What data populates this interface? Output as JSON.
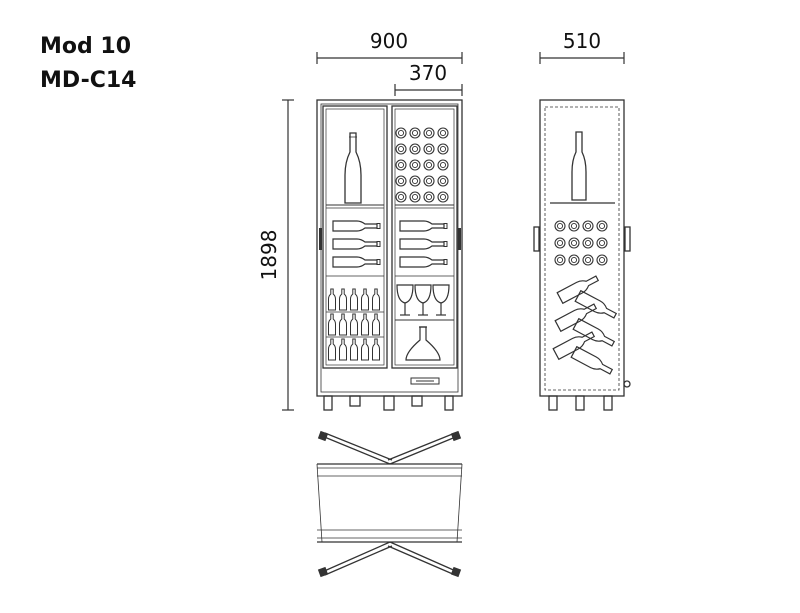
{
  "title": {
    "line1": "Mod 10",
    "line2": "MD-C14"
  },
  "dimensions": {
    "width": "900",
    "compartment_width": "370",
    "depth": "510",
    "height": "1898"
  },
  "colors": {
    "line": "#333333",
    "text": "#111111",
    "background": "#ffffff"
  }
}
